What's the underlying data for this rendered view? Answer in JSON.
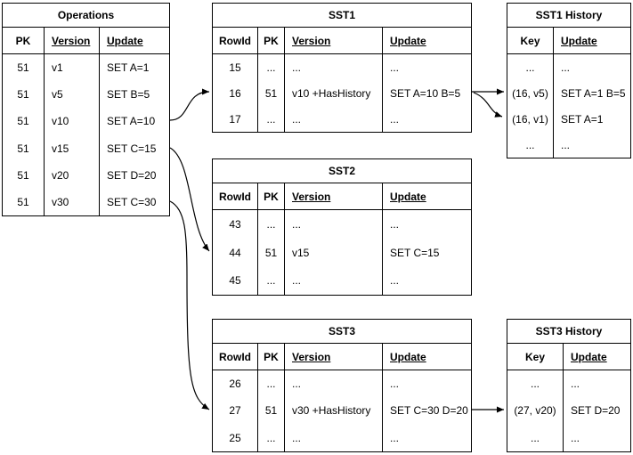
{
  "tables": {
    "operations": {
      "title": "Operations",
      "headers": [
        "PK",
        "Version",
        "Update"
      ],
      "rows": [
        [
          "51",
          "v1",
          "SET A=1"
        ],
        [
          "51",
          "v5",
          "SET B=5"
        ],
        [
          "51",
          "v10",
          "SET A=10"
        ],
        [
          "51",
          "v15",
          "SET C=15"
        ],
        [
          "51",
          "v20",
          "SET D=20"
        ],
        [
          "51",
          "v30",
          "SET C=30"
        ]
      ]
    },
    "sst1": {
      "title": "SST1",
      "headers": [
        "RowId",
        "PK",
        "Version",
        "Update"
      ],
      "rows": [
        [
          "15",
          "...",
          "...",
          "..."
        ],
        [
          "16",
          "51",
          "v10 +HasHistory",
          "SET A=10 B=5"
        ],
        [
          "17",
          "...",
          "...",
          "..."
        ]
      ]
    },
    "sst1_history": {
      "title": "SST1 History",
      "headers": [
        "Key",
        "Update"
      ],
      "rows": [
        [
          "...",
          "..."
        ],
        [
          "(16, v5)",
          "SET A=1 B=5"
        ],
        [
          "(16, v1)",
          "SET A=1"
        ],
        [
          "...",
          "..."
        ]
      ]
    },
    "sst2": {
      "title": "SST2",
      "headers": [
        "RowId",
        "PK",
        "Version",
        "Update"
      ],
      "rows": [
        [
          "43",
          "...",
          "...",
          "..."
        ],
        [
          "44",
          "51",
          "v15",
          "SET C=15"
        ],
        [
          "45",
          "...",
          "...",
          "..."
        ]
      ]
    },
    "sst3": {
      "title": "SST3",
      "headers": [
        "RowId",
        "PK",
        "Version",
        "Update"
      ],
      "rows": [
        [
          "26",
          "...",
          "...",
          "..."
        ],
        [
          "27",
          "51",
          "v30 +HasHistory",
          "SET C=30 D=20"
        ],
        [
          "25",
          "...",
          "...",
          "..."
        ]
      ]
    },
    "sst3_history": {
      "title": "SST3 History",
      "headers": [
        "Key",
        "Update"
      ],
      "rows": [
        [
          "...",
          "..."
        ],
        [
          "(27, v20)",
          "SET D=20"
        ],
        [
          "...",
          "..."
        ]
      ]
    }
  },
  "styles": {
    "line_color": "#000000",
    "background": "#ffffff",
    "underlined_headers": [
      "Version",
      "Update"
    ]
  },
  "arrows": [
    {
      "name": "ops-v10-to-sst1-row16",
      "from": "Operations v10 SET A=10",
      "to": "SST1 row 16"
    },
    {
      "name": "ops-v15-to-sst2-row44",
      "from": "Operations v15 SET C=15",
      "to": "SST2 row 44"
    },
    {
      "name": "ops-v30-to-sst3-row27",
      "from": "Operations v30 SET C=30",
      "to": "SST3 row 27"
    },
    {
      "name": "sst1-row16-to-history-16v5",
      "from": "SST1 row 16",
      "to": "SST1 History (16, v5)"
    },
    {
      "name": "sst1-row16-to-history-16v1",
      "from": "SST1 row 16",
      "to": "SST1 History (16, v1)"
    },
    {
      "name": "sst3-row27-to-history-27v20",
      "from": "SST3 row 27",
      "to": "SST3 History (27, v20)"
    }
  ]
}
